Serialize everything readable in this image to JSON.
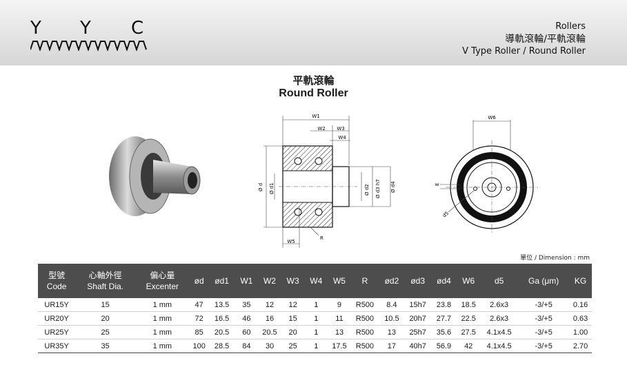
{
  "header": {
    "logo_letters": [
      "Y",
      "Y",
      "C"
    ],
    "line1": "Rollers",
    "line2": "導軌滾輪/平軌滾輪",
    "line3": "V Type Roller / Round Roller"
  },
  "title": {
    "zh": "平軌滾輪",
    "en": "Round Roller"
  },
  "drawing": {
    "w1": "W1",
    "w2": "W2",
    "w3": "W3",
    "w4": "W4",
    "w5": "W5",
    "r": "R",
    "d": "Ø d",
    "d1": "Ø d1",
    "d2": "Ø d2",
    "d3": "Ø d3 h7",
    "d4": "Ø d4",
    "w6": "W6",
    "e": "E",
    "d5": "d5"
  },
  "unit_label": "單位 / Dimension : mm",
  "table": {
    "headers": [
      {
        "l1": "型號",
        "l2": "Code"
      },
      {
        "l1": "心軸外徑",
        "l2": "Shaft Dia."
      },
      {
        "l1": "偏心量",
        "l2": "Excenter"
      },
      {
        "l1": "ød",
        "l2": ""
      },
      {
        "l1": "ød1",
        "l2": ""
      },
      {
        "l1": "W1",
        "l2": ""
      },
      {
        "l1": "W2",
        "l2": ""
      },
      {
        "l1": "W3",
        "l2": ""
      },
      {
        "l1": "W4",
        "l2": ""
      },
      {
        "l1": "W5",
        "l2": ""
      },
      {
        "l1": "R",
        "l2": ""
      },
      {
        "l1": "ød2",
        "l2": ""
      },
      {
        "l1": "ød3",
        "l2": ""
      },
      {
        "l1": "ød4",
        "l2": ""
      },
      {
        "l1": "W6",
        "l2": ""
      },
      {
        "l1": "d5",
        "l2": ""
      },
      {
        "l1": "Ga (μm)",
        "l2": ""
      },
      {
        "l1": "KG",
        "l2": ""
      }
    ],
    "rows": [
      [
        "UR15Y",
        "15",
        "1 mm",
        "47",
        "13.5",
        "35",
        "12",
        "12",
        "1",
        "9",
        "R500",
        "8.4",
        "15h7",
        "23.8",
        "18.5",
        "2.6x3",
        "-3/+5",
        "0.16"
      ],
      [
        "UR20Y",
        "20",
        "1 mm",
        "72",
        "16.5",
        "46",
        "16",
        "15",
        "1",
        "11",
        "R500",
        "10.5",
        "20h7",
        "27.7",
        "22.5",
        "2.6x3",
        "-3/+5",
        "0.63"
      ],
      [
        "UR25Y",
        "25",
        "1 mm",
        "85",
        "20.5",
        "60",
        "20.5",
        "20",
        "1",
        "13",
        "R500",
        "13",
        "25h7",
        "35.6",
        "27.5",
        "4.1x4.5",
        "-3/+5",
        "1.00"
      ],
      [
        "UR35Y",
        "35",
        "1 mm",
        "100",
        "28.5",
        "84",
        "30",
        "25",
        "1",
        "17.5",
        "R500",
        "17",
        "40h7",
        "56.9",
        "42",
        "4.1x4.5",
        "-3/+5",
        "2.70"
      ]
    ]
  }
}
